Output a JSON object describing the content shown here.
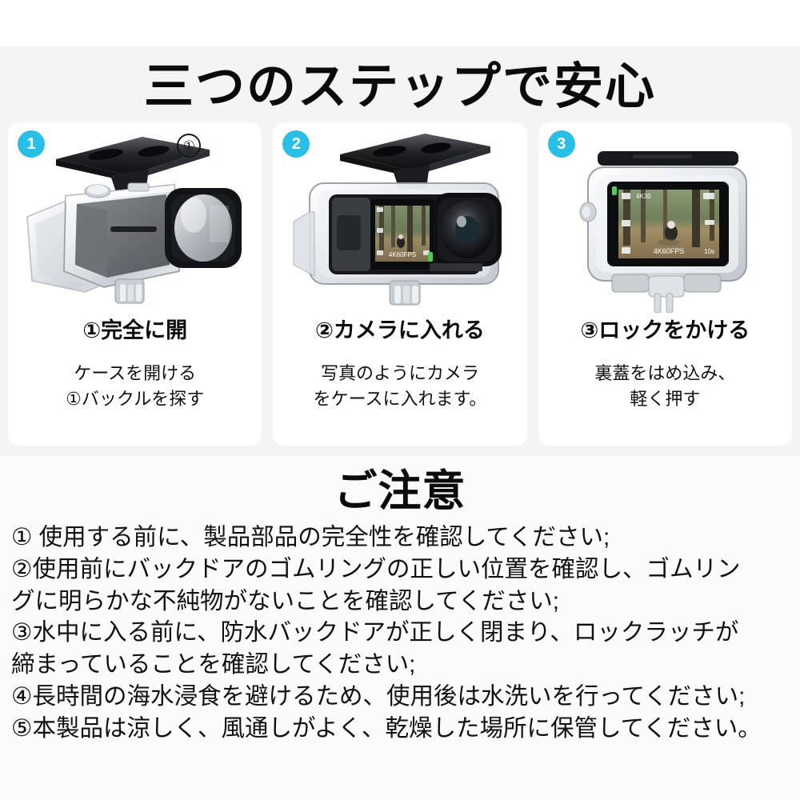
{
  "page": {
    "title": "三つのステップで安心",
    "background_color": "#ffffff",
    "band_color": "#f4f4f5",
    "accent_color": "#29bee6"
  },
  "steps": [
    {
      "badge": "1",
      "corner_marker": "①",
      "heading": "①完全に開",
      "body_line1": "ケースを開ける",
      "body_line2": "①バックルを探す",
      "image_alt": "open-clear-waterproof-case"
    },
    {
      "badge": "2",
      "heading": "②カメラに入れる",
      "body_line1": "写真のようにカメラ",
      "body_line2": "をケースに入れます。",
      "image_alt": "camera-inserted-in-case",
      "screen_text": "4K60FPS"
    },
    {
      "badge": "3",
      "heading": "③ロックをかける",
      "body_line1": "裏蓋をはめ込み、",
      "body_line2": "軽く押す",
      "image_alt": "closed-case-back-view",
      "screen_text": "4K60FPS",
      "screen_timer": "10s",
      "screen_res": "4K30"
    }
  ],
  "notice": {
    "title": "ご注意",
    "lines": [
      "① 使用する前に、製品部品の完全性を確認してください;",
      "②使用前にバックドアのゴムリングの正しい位置を確認し、ゴムリン",
      "グに明らかな不純物がないことを確認してください;",
      "③水中に入る前に、防水バックドアが正しく閉まり、ロックラッチが",
      "締まっていることを確認してください;",
      "④長時間の海水浸食を避けるため、使用後は水洗いを行ってください;",
      "⑤本製品は涼しく、風通しがよく、乾燥した場所に保管してください。"
    ]
  }
}
